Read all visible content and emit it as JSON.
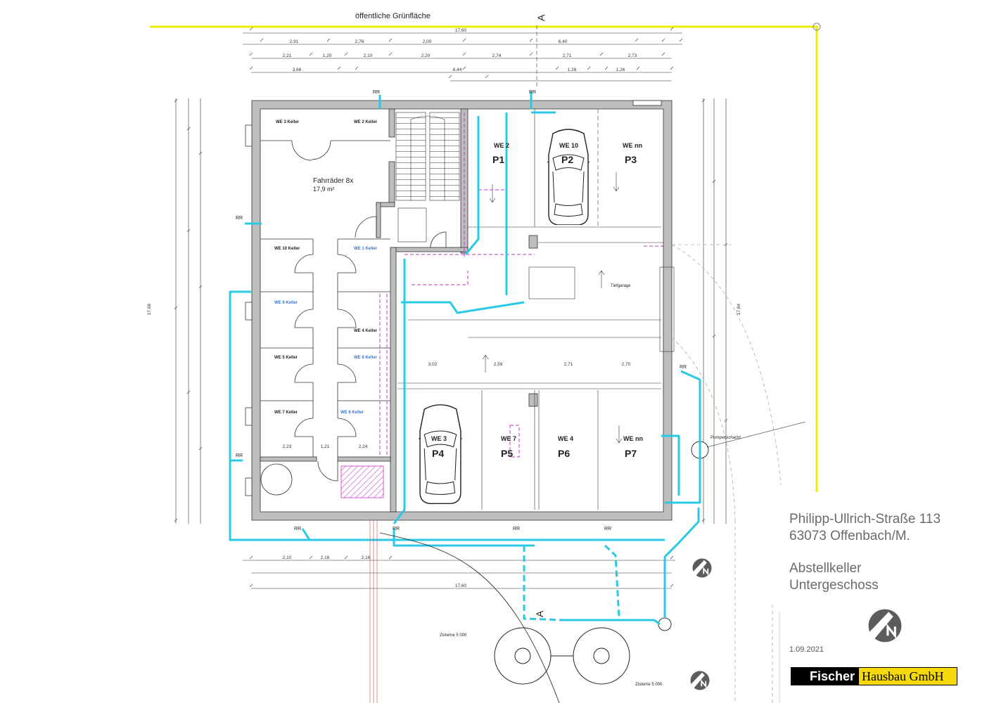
{
  "site": {
    "neighbour": "öffentliche Grünfläche",
    "section_top": "A",
    "section_bottom": "A"
  },
  "bike_room": {
    "name": "Fahrräder 8x",
    "area": "17,9 m²"
  },
  "cellars": [
    "WE 3 Keller",
    "WE 2 Keller",
    "WE 10 Keller",
    "WE 1 Keller",
    "WE 9 Keller",
    "WE 4 Keller",
    "WE 5 Keller",
    "WE 8 Keller",
    "WE 7 Keller",
    "WE 6 Keller"
  ],
  "parking": [
    {
      "unit": "WE 2",
      "space": "P1"
    },
    {
      "unit": "WE 10",
      "space": "P2"
    },
    {
      "unit": "WE nn",
      "space": "P3"
    },
    {
      "unit": "WE 3",
      "space": "P4"
    },
    {
      "unit": "WE 7",
      "space": "P5"
    },
    {
      "unit": "WE 4",
      "space": "P6"
    },
    {
      "unit": "WE nn",
      "space": "P7"
    }
  ],
  "labels": {
    "garage": "Tiefgarage",
    "pump": "Pumpenschacht",
    "cistern_1": "Zisterne 5 000",
    "cistern_2": "Zisterne 5 000"
  },
  "rr_labels": [
    "RR",
    "RR",
    "RR",
    "RR",
    "RR",
    "RR",
    "RR",
    "RR",
    "RR"
  ],
  "dimensions": {
    "top_total": "17,60",
    "top_row_1": [
      "2,91",
      "2,76",
      "2,00",
      "6,40"
    ],
    "top_row_2": [
      "2,21",
      "1,20",
      "2,10",
      "2,20",
      "2,74",
      "2,71",
      "2,73"
    ],
    "top_row_3": [
      "3,66",
      "8,44",
      "1,26",
      "1,26"
    ],
    "bottom_row": [
      "2,10",
      "2,16",
      "2,16"
    ],
    "bottom_total": "17,60",
    "left_total": "17,66",
    "right_total": "17,84",
    "garage_row": [
      "3,02",
      "2,59",
      "2,71",
      "2,70"
    ],
    "cellar_row": [
      "2,23",
      "1,21",
      "2,24"
    ]
  },
  "title_block": {
    "street": "Philipp-Ullrich-Straße 113",
    "city": "63073 Offenbach/M.",
    "plan_name": "Abstellkeller",
    "level": "Untergeschoss",
    "date": "1.09.2021",
    "company_first": "Fischer",
    "company_rest": "Hausbau GmbH"
  },
  "icons": [
    "north-arrow-icon",
    "car-icon"
  ],
  "colors": {
    "pipe": "#29c9e6",
    "boundary": "#ecec00",
    "partition": "#cc33cc",
    "wall": "#bdbdbd",
    "logo_yellow": "#f5d90a"
  }
}
